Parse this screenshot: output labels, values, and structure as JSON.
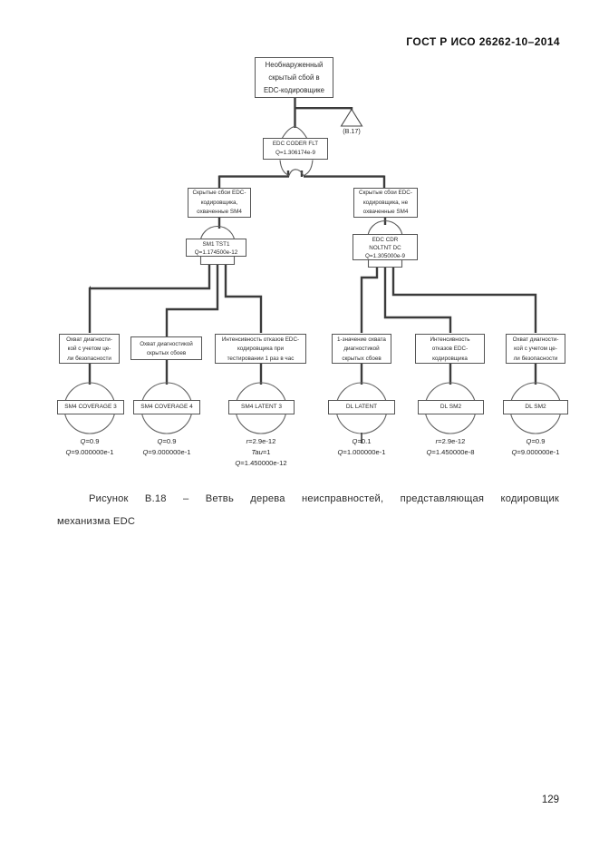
{
  "page": {
    "header": "ГОСТ Р ИСО 26262-10–2014",
    "caption_line1": "Рисунок В.18 – Ветвь дерева неисправностей, представляющая кодировщик",
    "caption_line2": "механизма EDC",
    "page_number": "129"
  },
  "colors": {
    "ink": "#1c1c1c",
    "connector_line": "#3b3b3b",
    "box_border": "#555555"
  },
  "tree": {
    "top_event": {
      "lines": [
        "Необнаруженный",
        "скрытый сбой в",
        "EDC-кодировщике"
      ]
    },
    "transfer_ref": "(В.17)",
    "root_gate_box": {
      "lines": [
        "EDC CODER FLT",
        "Q=1.306174e-9"
      ]
    },
    "branches": [
      {
        "label_lines": [
          "Скрытые сбои EDC-",
          "кодировщика,",
          "охваченные SM4"
        ],
        "gate_box_lines": [
          "SM1 TST1",
          "Q=1.174500e-12"
        ]
      },
      {
        "label_lines": [
          "Скрытые сбои EDC-",
          "кодировщика, не",
          "охваченные SM4"
        ],
        "gate_box_lines": [
          "EDC CDR",
          "NOLTNT DC",
          "Q=1.305000e-9"
        ]
      }
    ],
    "leaves": [
      {
        "desc": [
          "Охват диагности-",
          "кой с учетом це-",
          "ли безопасности"
        ],
        "name": "SM4 COVERAGE 3",
        "values": [
          {
            "v": "Q",
            "t": "=0.9"
          },
          {
            "v": "Q",
            "t": "=9.000000e-1"
          }
        ]
      },
      {
        "desc": [
          "Охват диагностикой",
          "скрытых сбоев"
        ],
        "name": "SM4 COVERAGE 4",
        "values": [
          {
            "v": "Q",
            "t": "=0.9"
          },
          {
            "v": "Q",
            "t": "=9.000000e-1"
          }
        ]
      },
      {
        "desc": [
          "Интенсивность отказов EDC-",
          "кодировщика при",
          "тестировании 1 раз в час"
        ],
        "name": "SM4 LATENT 3",
        "values": [
          {
            "v": "r",
            "t": "=2.9e-12"
          },
          {
            "v": "Tau",
            "t": "=1"
          },
          {
            "v": "Q",
            "t": "=1.450000e-12"
          }
        ]
      },
      {
        "desc": [
          "1-значение охвата",
          "диагностикой",
          "скрытых сбоев"
        ],
        "name": "DL LATENT",
        "values": [
          {
            "v": "Q",
            "t": "=0.1"
          },
          {
            "v": "Q",
            "t": "=1.000000e-1"
          }
        ]
      },
      {
        "desc": [
          "Интенсивность",
          "отказов EDC-",
          "кодировщика"
        ],
        "name": "DL SM2",
        "values": [
          {
            "v": "r",
            "t": "=2.9e-12"
          },
          {
            "v": "Q",
            "t": "=1.450000e-8"
          }
        ]
      },
      {
        "desc": [
          "Охват диагности-",
          "кой с учетом це-",
          "ли безопасности"
        ],
        "name": "DL SM2",
        "values": [
          {
            "v": "Q",
            "t": "=0.9"
          },
          {
            "v": "Q",
            "t": "=9.000000e-1"
          }
        ]
      }
    ]
  }
}
